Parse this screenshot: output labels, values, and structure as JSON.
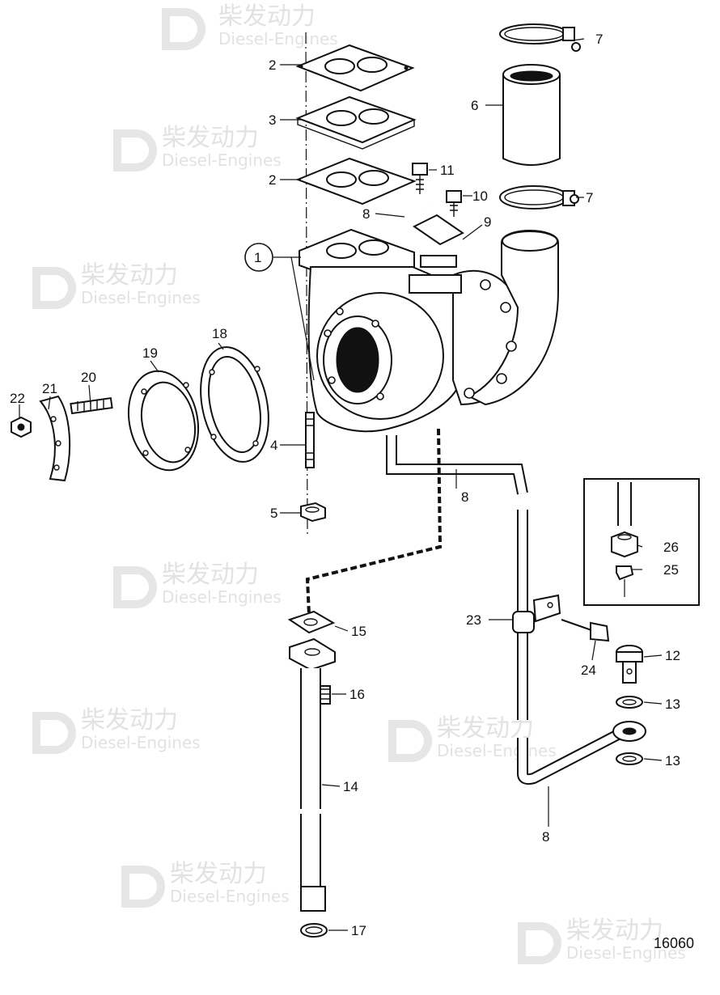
{
  "drawing_number": "16060",
  "watermark": {
    "brand_cn": "柴发动力",
    "brand_en": "Diesel-Engines"
  },
  "callouts": [
    {
      "id": "c7a",
      "text": "7"
    },
    {
      "id": "c6",
      "text": "6"
    },
    {
      "id": "c7b",
      "text": "7"
    },
    {
      "id": "c2a",
      "text": "2"
    },
    {
      "id": "c3",
      "text": "3"
    },
    {
      "id": "c2b",
      "text": "2"
    },
    {
      "id": "c11",
      "text": "11"
    },
    {
      "id": "c10",
      "text": "10"
    },
    {
      "id": "c8a",
      "text": "8"
    },
    {
      "id": "c9",
      "text": "9"
    },
    {
      "id": "c1",
      "text": "1"
    },
    {
      "id": "c18",
      "text": "18"
    },
    {
      "id": "c19",
      "text": "19"
    },
    {
      "id": "c20",
      "text": "20"
    },
    {
      "id": "c21",
      "text": "21"
    },
    {
      "id": "c22",
      "text": "22"
    },
    {
      "id": "c4",
      "text": "4"
    },
    {
      "id": "c5",
      "text": "5"
    },
    {
      "id": "c8b",
      "text": "8"
    },
    {
      "id": "c26",
      "text": "26"
    },
    {
      "id": "c25",
      "text": "25"
    },
    {
      "id": "c23",
      "text": "23"
    },
    {
      "id": "c24",
      "text": "24"
    },
    {
      "id": "c12",
      "text": "12"
    },
    {
      "id": "c13a",
      "text": "13"
    },
    {
      "id": "c13b",
      "text": "13"
    },
    {
      "id": "c15",
      "text": "15"
    },
    {
      "id": "c16",
      "text": "16"
    },
    {
      "id": "c14",
      "text": "14"
    },
    {
      "id": "c8c",
      "text": "8"
    },
    {
      "id": "c17",
      "text": "17"
    }
  ]
}
